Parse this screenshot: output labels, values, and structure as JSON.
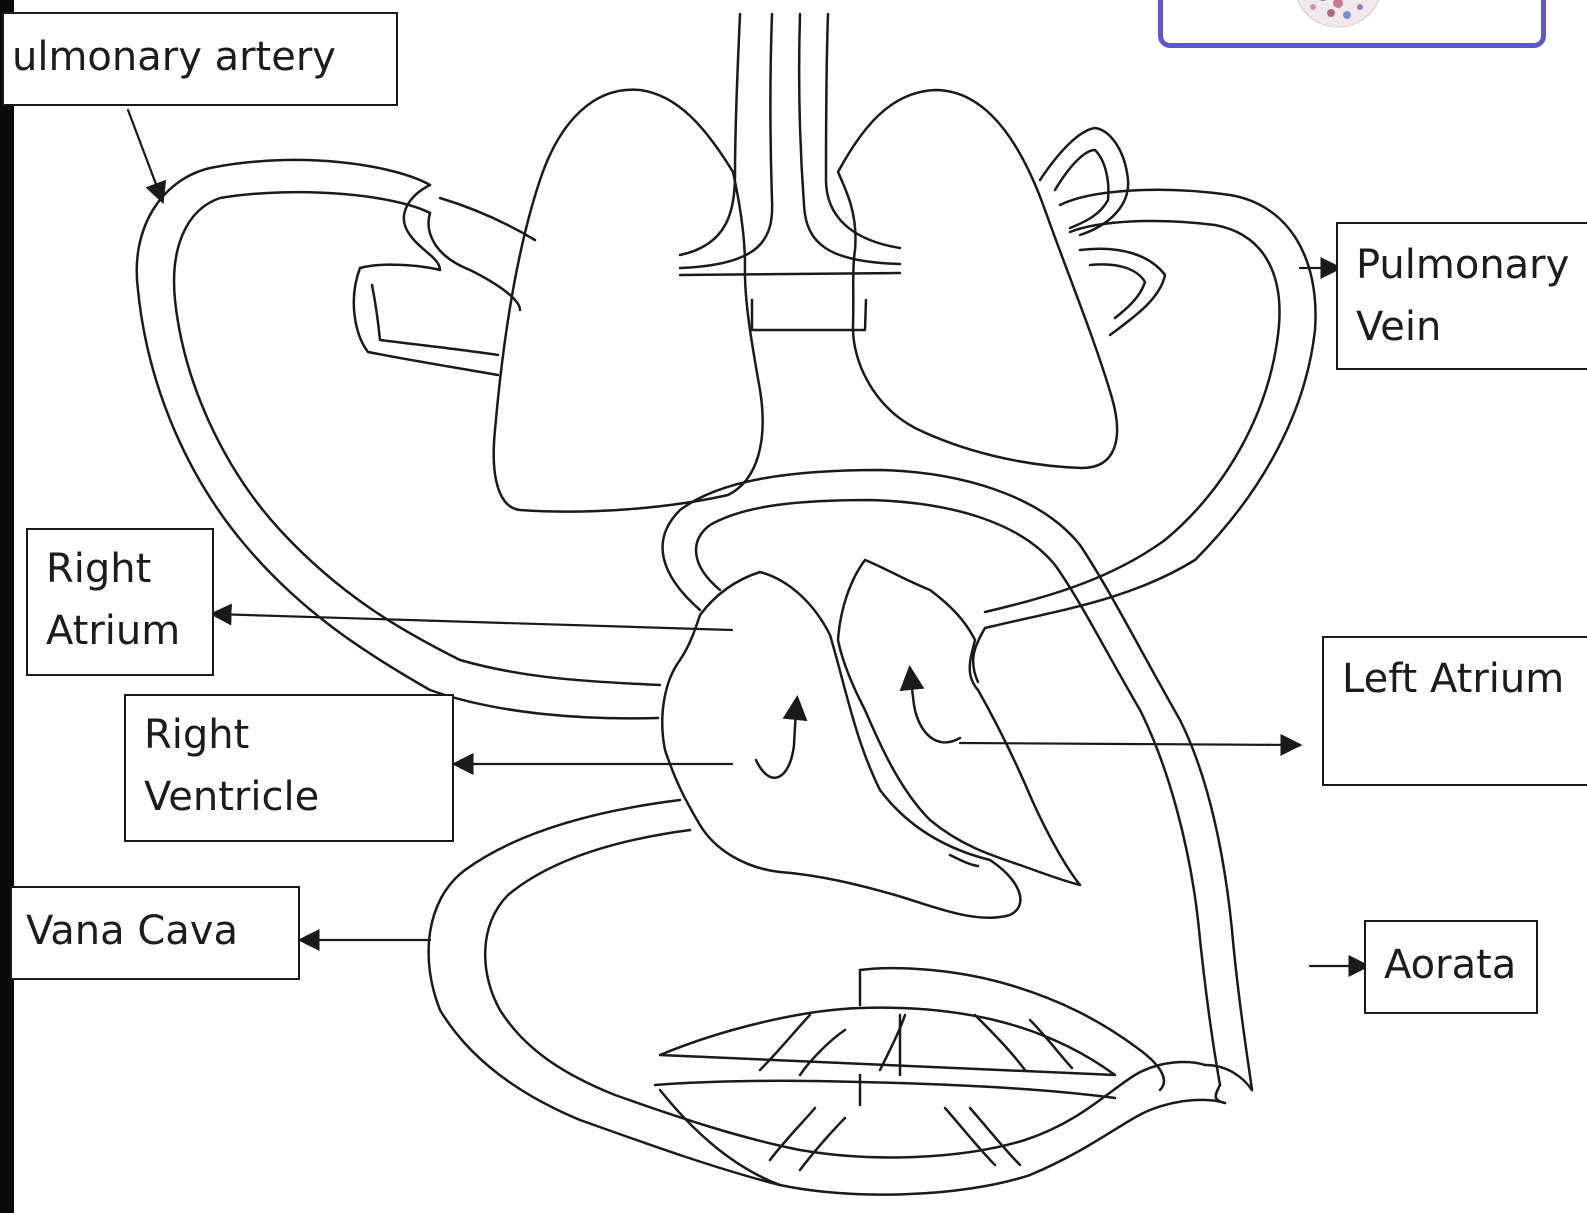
{
  "labels": {
    "pulmonary_artery": "ulmonary artery",
    "pulmonary_vein_line1": "Pulmonary",
    "pulmonary_vein_line2": "Vein",
    "right_atrium_line1": "Right",
    "right_atrium_line2": "Atrium",
    "right_ventricle_line1": "Right",
    "right_ventricle_line2": "Ventricle",
    "left_atrium": "Left Atrium",
    "vena_cava": "Vana Cava",
    "aorta": "Aorata"
  },
  "colors": {
    "line": "#1a1a1a",
    "background": "#ffffff",
    "logo_border": "#5b58c9",
    "edge_bar": "#0a0a0a"
  },
  "icons": {
    "logo": "circular-blood-tissue-logo"
  }
}
